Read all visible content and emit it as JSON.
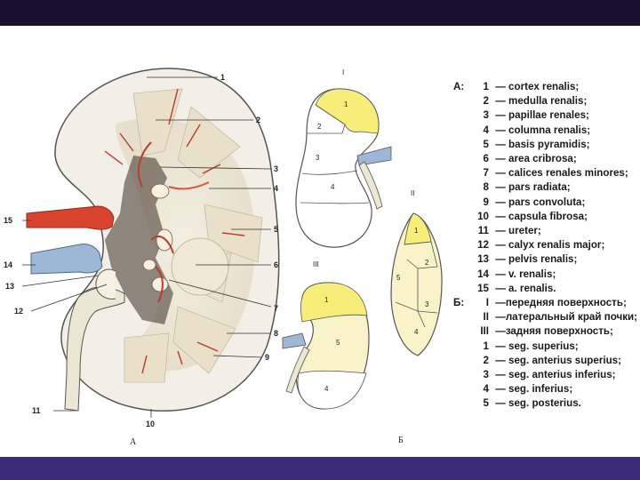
{
  "colors": {
    "bar": "#1a0f2e",
    "bar_bottom": "#3a2a78",
    "kidney_fill": "#f3efe6",
    "medulla_fill": "#e9e2cf",
    "vein": "#9db8d6",
    "artery": "#d9442e",
    "ureter": "#ece6d4",
    "segment_yellow": "#f7ee7a",
    "segment_pale": "#f8f3c8",
    "outline": "#555555"
  },
  "main_figure": {
    "caption": "А",
    "labels": [
      "1",
      "2",
      "3",
      "4",
      "5",
      "6",
      "7",
      "8",
      "9",
      "10",
      "11",
      "12",
      "13",
      "14",
      "15"
    ]
  },
  "views": {
    "view_I": {
      "roman": "I",
      "segments": [
        "1",
        "2",
        "3",
        "4"
      ]
    },
    "view_II": {
      "roman": "II",
      "segments": [
        "1",
        "2",
        "3",
        "4",
        "5"
      ]
    },
    "view_III": {
      "roman": "III",
      "segments": [
        "1",
        "4",
        "5"
      ]
    },
    "caption": "Б"
  },
  "legend": {
    "head_a": "А:",
    "items_a": [
      {
        "n": "1",
        "text": "— cortex renalis;"
      },
      {
        "n": "2",
        "text": "— medulla renalis;"
      },
      {
        "n": "3",
        "text": "— papillae renales;"
      },
      {
        "n": "4",
        "text": "— columna renalis;"
      },
      {
        "n": "5",
        "text": "— basis pyramidis;"
      },
      {
        "n": "6",
        "text": "— area cribrosa;"
      },
      {
        "n": "7",
        "text": "— calices renales minores;"
      },
      {
        "n": "8",
        "text": "— pars radiata;"
      },
      {
        "n": "9",
        "text": "— pars convoluta;"
      },
      {
        "n": "10",
        "text": "— capsula fibrosa;"
      },
      {
        "n": "11",
        "text": "— ureter;"
      },
      {
        "n": "12",
        "text": "— calyx renalis major;"
      },
      {
        "n": "13",
        "text": "— pelvis renalis;"
      },
      {
        "n": "14",
        "text": "— v. renalis;"
      },
      {
        "n": "15",
        "text": "— a. renalis."
      }
    ],
    "head_b": "Б:",
    "items_b": [
      {
        "n": "I",
        "text": "—передняя поверхность;"
      },
      {
        "n": "II",
        "text": "—латеральный край почки;"
      },
      {
        "n": "III",
        "text": "—задняя поверхность;"
      }
    ],
    "items_seg": [
      {
        "n": "1",
        "text": "— seg. superius;"
      },
      {
        "n": "2",
        "text": "— seg. anterius superius;"
      },
      {
        "n": "3",
        "text": "— seg. anterius inferius;"
      },
      {
        "n": "4",
        "text": "— seg. inferius;"
      },
      {
        "n": "5",
        "text": "— seg. posterius."
      }
    ]
  }
}
